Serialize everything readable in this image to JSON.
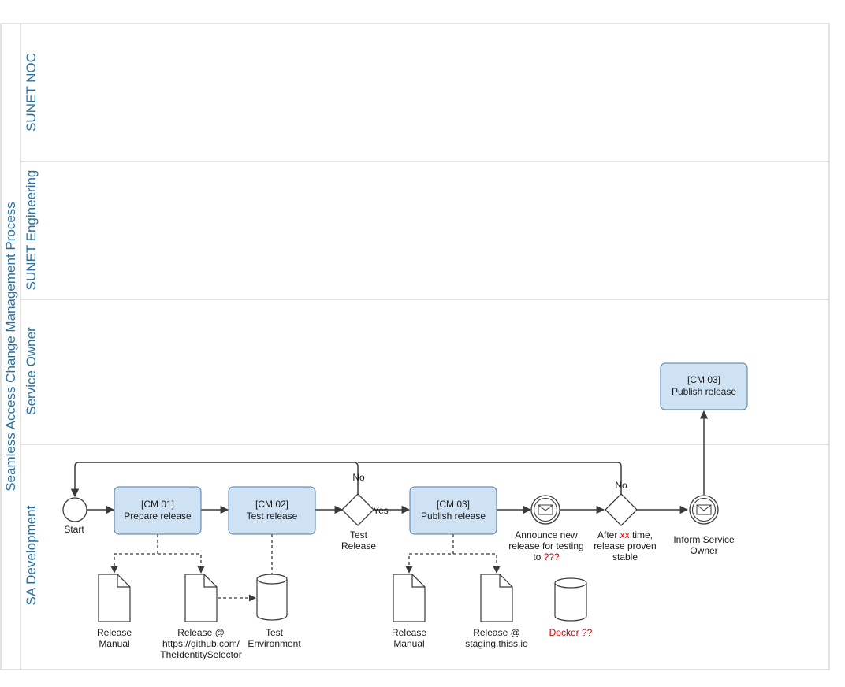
{
  "pool": {
    "title": "Seamless Access Change Management Process"
  },
  "lanes": [
    "SUNET NOC",
    "SUNET Engineering",
    "Service Owner",
    "SA Development"
  ],
  "tasks": {
    "cm01": {
      "line1": "[CM 01]",
      "line2": "Prepare release"
    },
    "cm02": {
      "line1": "[CM 02]",
      "line2": "Test release"
    },
    "cm03_dev": {
      "line1": "[CM 03]",
      "line2": "Publish release"
    },
    "cm03_owner": {
      "line1": "[CM 03]",
      "line2": "Publish release"
    }
  },
  "events": {
    "start": "Start",
    "announce": {
      "line1": "Announce new",
      "line2": "release for testing",
      "line3_prefix": "to ",
      "line3_red": "???"
    },
    "inform": {
      "line1": "Inform Service",
      "line2": "Owner"
    }
  },
  "gateways": {
    "test_release": {
      "line1": "Test",
      "line2": "Release",
      "yes": "Yes",
      "no": "No"
    },
    "after_time": {
      "line1_prefix": "After ",
      "line1_red": "xx",
      "line1_suffix": " time,",
      "line2": "release proven",
      "line3": "stable",
      "no": "No"
    }
  },
  "artifacts": {
    "manual_1": {
      "line1": "Release",
      "line2": "Manual"
    },
    "release_github": {
      "line1": "Release @",
      "line2": "https://github.com/",
      "line3": "TheIdentitySelector"
    },
    "test_env": {
      "line1": "Test",
      "line2": "Environment"
    },
    "manual_2": {
      "line1": "Release",
      "line2": "Manual"
    },
    "release_staging": {
      "line1": "Release @",
      "line2": "staging.thiss.io"
    },
    "docker": "Docker ??"
  },
  "colors": {
    "task_fill": "#cfe2f3",
    "task_stroke": "#4a7ba6",
    "lane_title": "#2a6f9b",
    "highlight": "#d60000"
  }
}
